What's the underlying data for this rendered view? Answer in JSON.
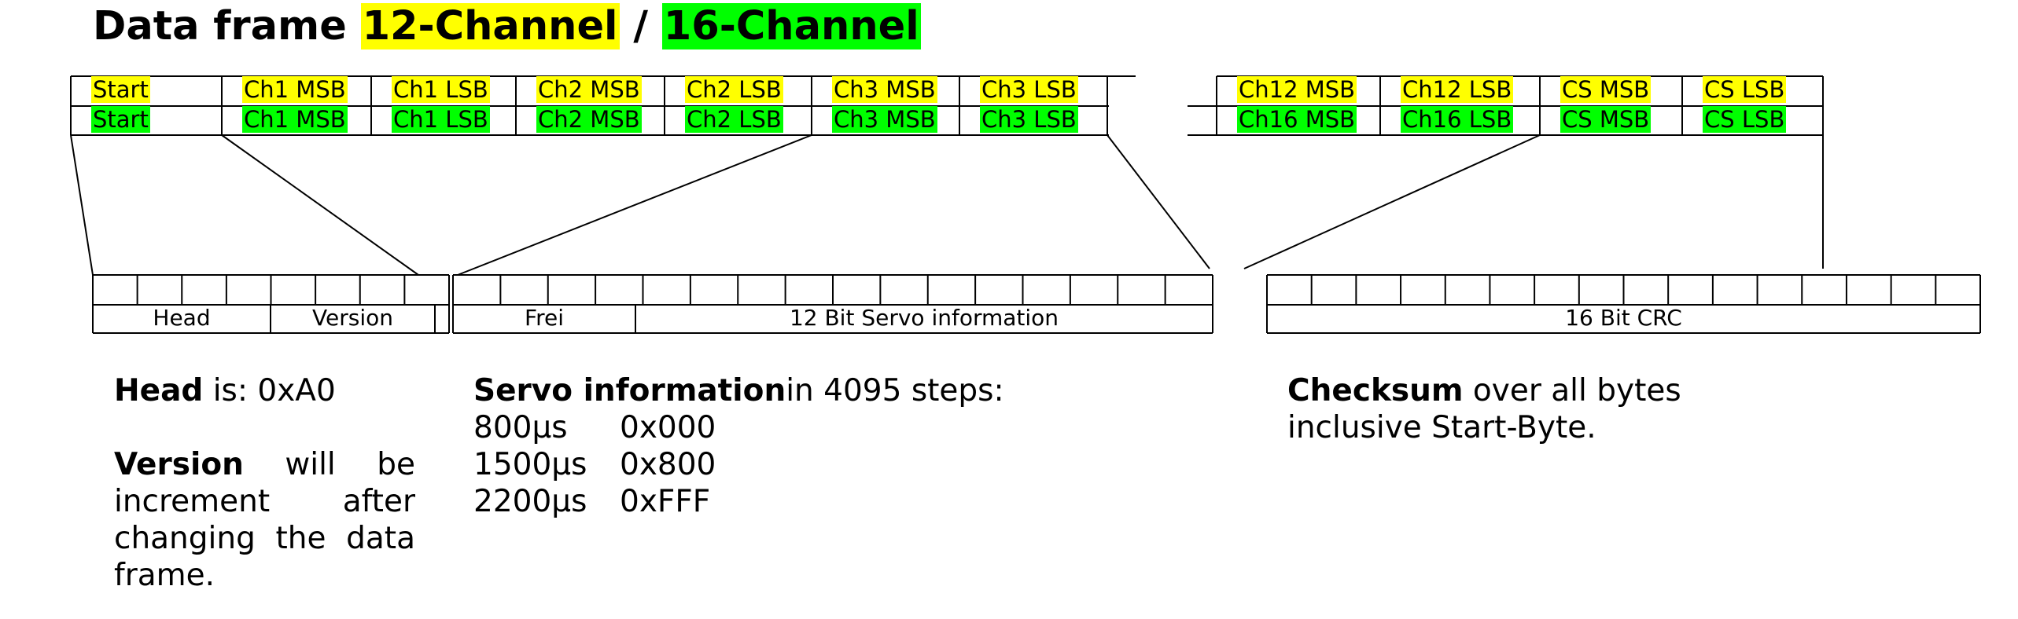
{
  "title": {
    "prefix": "Data frame",
    "ch12": "12-Channel",
    "sep": "/",
    "ch16": "16-Channel"
  },
  "colors": {
    "ch12_highlight": "#ffff00",
    "ch16_highlight": "#00ff00"
  },
  "frame_12": {
    "left": [
      "Start",
      "Ch1 MSB",
      "Ch1 LSB",
      "Ch2 MSB",
      "Ch2 LSB",
      "Ch3 MSB",
      "Ch3 LSB"
    ],
    "right": [
      "Ch12 MSB",
      "Ch12 LSB",
      "CS MSB",
      "CS LSB"
    ]
  },
  "frame_16": {
    "left": [
      "Start",
      "Ch1 MSB",
      "Ch1 LSB",
      "Ch2 MSB",
      "Ch2 LSB",
      "Ch3 MSB",
      "Ch3 LSB"
    ],
    "right": [
      "Ch16 MSB",
      "Ch16 LSB",
      "CS MSB",
      "CS LSB"
    ]
  },
  "fields": {
    "head": "Head",
    "version": "Version",
    "frei": "Frei",
    "servo": "12 Bit Servo information",
    "crc": "16 Bit CRC"
  },
  "notes": {
    "head_label": "Head",
    "head_text": " is: 0xA0",
    "version_label": "Version",
    "version_text": " will be increment after changing the data frame.",
    "servo_label": "Servo information",
    "servo_text": " in 4095 steps:",
    "servo_table": [
      {
        "time": "800µs",
        "value": "0x000"
      },
      {
        "time": "1500µs",
        "value": "0x800"
      },
      {
        "time": "2200µs",
        "value": "0xFFF"
      }
    ],
    "checksum_label": "Checksum",
    "checksum_text": " over all bytes inclusive Start-Byte."
  }
}
